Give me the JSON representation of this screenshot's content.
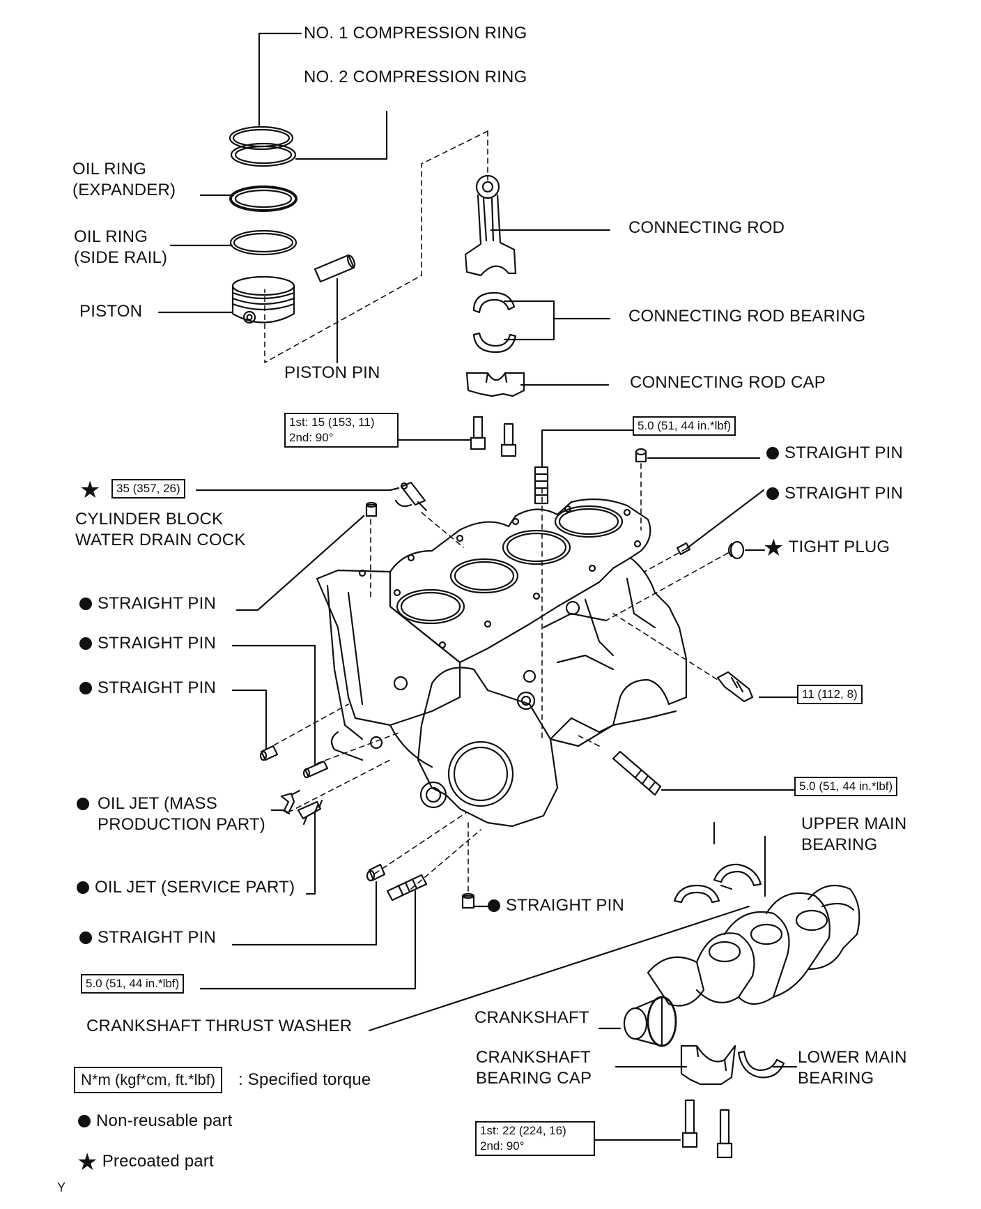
{
  "labels": {
    "no1_compression_ring": "NO. 1 COMPRESSION RING",
    "no2_compression_ring": "NO. 2 COMPRESSION RING",
    "oil_ring_expander": "OIL RING\n(EXPANDER)",
    "oil_ring_side_rail": "OIL RING\n(SIDE RAIL)",
    "piston": "PISTON",
    "piston_pin": "PISTON PIN",
    "connecting_rod": "CONNECTING ROD",
    "connecting_rod_bearing": "CONNECTING ROD BEARING",
    "connecting_rod_cap": "CONNECTING ROD CAP",
    "straight_pin_top_right_1": "STRAIGHT PIN",
    "straight_pin_top_right_2": "STRAIGHT PIN",
    "tight_plug": "TIGHT PLUG",
    "cylinder_block_water_drain_cock": "CYLINDER BLOCK\nWATER DRAIN COCK",
    "straight_pin_left_1": "STRAIGHT PIN",
    "straight_pin_left_2": "STRAIGHT PIN",
    "straight_pin_left_3": "STRAIGHT PIN",
    "oil_jet_mass_production": "OIL JET (MASS\nPRODUCTION PART)",
    "oil_jet_service": "OIL JET (SERVICE PART)",
    "straight_pin_left_4": "STRAIGHT PIN",
    "straight_pin_center": "STRAIGHT PIN",
    "upper_main_bearing": "UPPER MAIN\nBEARING",
    "crankshaft_thrust_washer": "CRANKSHAFT THRUST WASHER",
    "crankshaft": "CRANKSHAFT",
    "crankshaft_bearing_cap": "CRANKSHAFT\nBEARING CAP",
    "lower_main_bearing": "LOWER MAIN\nBEARING"
  },
  "torque": {
    "conrod_bolt": "1st: 15 (153,  11)\n2nd: 90°",
    "stud_top": "5.0 (51, 44 in.*lbf)",
    "drain_cock": "35 (357, 26)",
    "right_bolt": "11 (112, 8)",
    "stud_right": "5.0 (51, 44 in.*lbf)",
    "stud_left": "5.0 (51, 44 in.*lbf)",
    "main_cap_bolt": "1st: 22 (224, 16)\n2nd: 90°"
  },
  "legend": {
    "torque_unit_box": "N*m (kgf*cm, ft.*lbf)",
    "torque_desc": ": Specified torque",
    "non_reusable": "Non-reusable part",
    "precoated": "Precoated part"
  },
  "corner_mark": "Y",
  "icons": {
    "non_reusable": "filled-circle-icon",
    "precoated": "star-icon"
  }
}
